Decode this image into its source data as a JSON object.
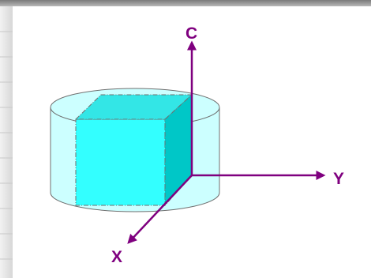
{
  "diagram": {
    "axes": {
      "c_label": "C",
      "y_label": "Y",
      "x_label": "X"
    },
    "colors": {
      "axis": "#7f007f",
      "cylinder_fill": "#ccffff",
      "cube_front": "#33ffff",
      "cube_top": "#33e6e6",
      "cube_side": "#00c7c7",
      "edge": "#6f6f6f",
      "label": "#7f007f",
      "frame_top": "#8f8f8f",
      "frame_left": "#dcdcdc"
    },
    "shapes": {
      "cylinder": "cylinder",
      "cube": "cube"
    }
  }
}
